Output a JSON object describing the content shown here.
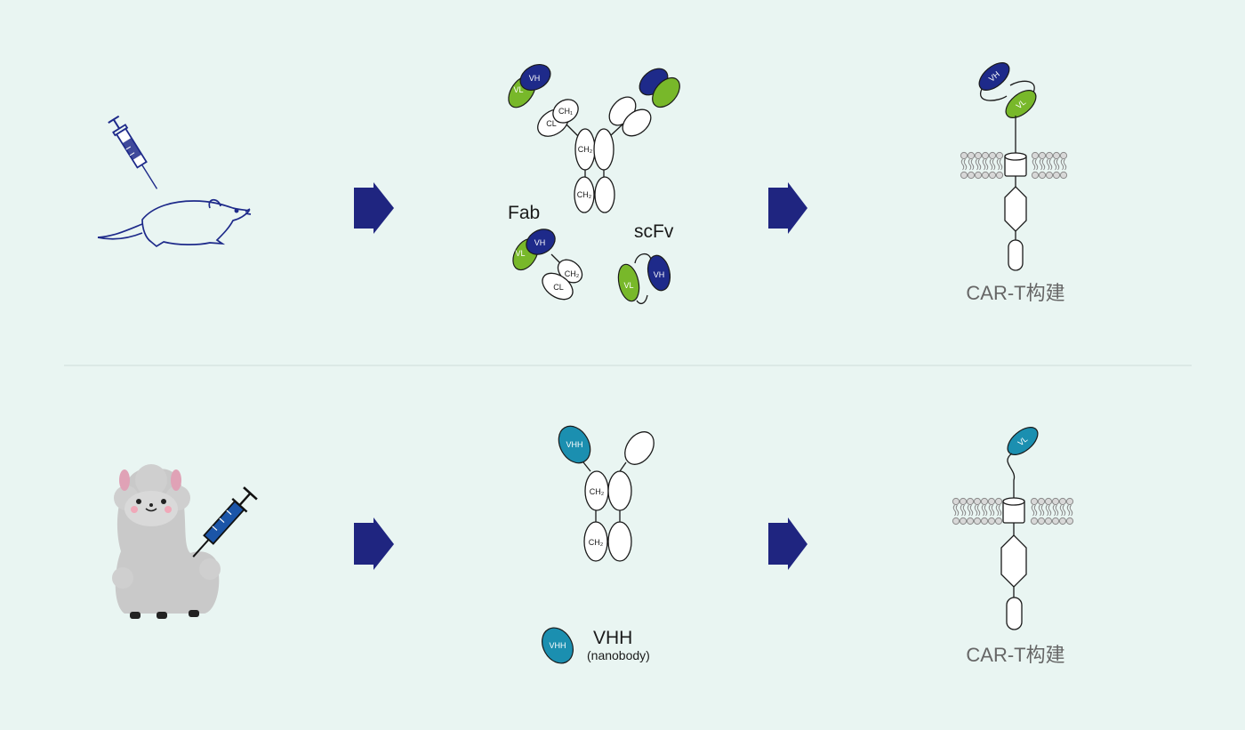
{
  "colors": {
    "background": "#e9f5f2",
    "vh": "#1e2a8a",
    "vl": "#78b82a",
    "vhh": "#1b8fb0",
    "arrow": "#1f2580",
    "membrane": "#9b9b9b",
    "divider": "#d4e2de"
  },
  "top_row": {
    "animal_icon": "mouse-injection-icon",
    "antibody_labels": {
      "vh": "VH",
      "vl": "VL",
      "ch1": "CH₁",
      "cl": "CL",
      "ch2": "CH₂"
    },
    "fab_title": "Fab",
    "fab_labels": {
      "vh": "VH",
      "vl": "VL",
      "ch2": "CH₂",
      "cl": "CL"
    },
    "scfv_title": "scFv",
    "scfv_labels": {
      "vl": "VL",
      "vh": "VH"
    },
    "car_labels": {
      "vh": "VH",
      "vl": "VL"
    },
    "caption": "CAR-T构建"
  },
  "bottom_row": {
    "animal_icon": "alpaca-injection-icon",
    "antibody_labels": {
      "vhh": "VHH",
      "ch2": "CH₂"
    },
    "vhh_domain_label": "VHH",
    "vhh_title": "VHH",
    "vhh_subtitle": "(nanobody)",
    "car_labels": {
      "vl": "VL"
    },
    "caption": "CAR-T构建"
  }
}
